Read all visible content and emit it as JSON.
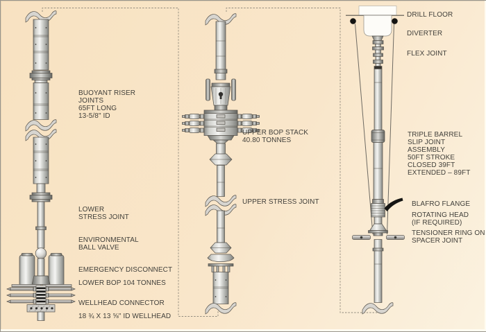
{
  "diagram": {
    "left_assembly": {
      "labels": {
        "buoyant_riser": "BUOYANT RISER\nJOINTS\n65FT LONG\n13-5/8\" ID",
        "lower_stress_joint": "LOWER\nSTRESS JOINT",
        "environmental_ball_valve": "ENVIRONMENTAL\nBALL VALVE",
        "emergency_disconnect": "EMERGENCY DISCONNECT",
        "lower_bop": "LOWER BOP 104 TONNES",
        "wellhead_connector": "WELLHEAD CONNECTOR",
        "wellhead_size": "18 ¾ X 13 ⅝\" ID WELLHEAD"
      }
    },
    "middle_assembly": {
      "labels": {
        "upper_bop_stack": "UPPER BOP STACK\n40.80 TONNES",
        "upper_stress_joint": "UPPER STRESS JOINT"
      }
    },
    "right_assembly": {
      "labels": {
        "drill_floor": "DRILL FLOOR",
        "diverter": "DIVERTER",
        "flex_joint": "FLEX JOINT",
        "slip_joint": "TRIPLE BARREL\nSLIP JOINT\nASSEMBLY\n50FT STROKE\nCLOSED 39FT\nEXTENDED – 89FT",
        "blafro_flange": "BLAFRO FLANGE",
        "rotating_head": "ROTATING HEAD\n(IF REQUIRED)",
        "tensioner_ring": "TENSIONER RING ON\nSPACER JOINT"
      }
    },
    "colors": {
      "background_top": "#f8e2c1",
      "background_bottom": "#fbf2e0",
      "label_text": "#403f3a",
      "metal_light": "#f5f5f3",
      "metal_dark": "#6f706c",
      "black_accent": "#151513",
      "dashed_line": "#8f897c"
    }
  }
}
